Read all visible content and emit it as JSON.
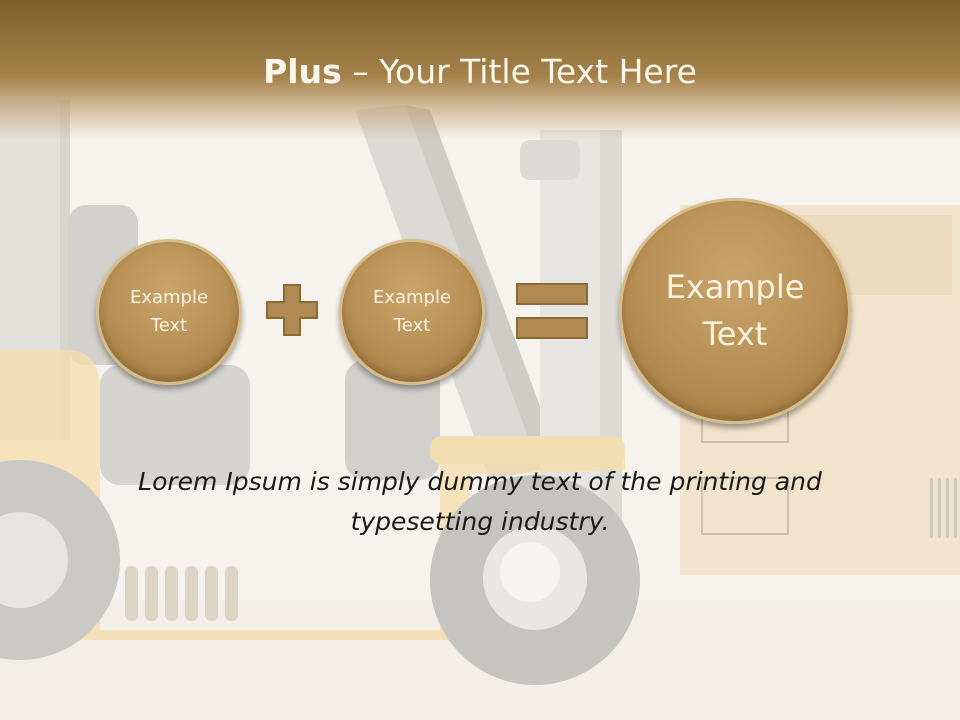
{
  "slide": {
    "title_bold": "Plus",
    "title_rest": " – Your Title Text Here",
    "circle_1": "Example\nText",
    "circle_2": "Example\nText",
    "circle_3": "Example\nText",
    "body": "Lorem Ipsum is simply dummy text of the printing and typesetting industry."
  },
  "colors": {
    "title_bar": "#8a6a35",
    "circle_fill": "#b78f54",
    "circle_border": "#d8bd8c",
    "operator": "#b08a52"
  },
  "icons": [
    "plus-icon",
    "equals-icon"
  ]
}
